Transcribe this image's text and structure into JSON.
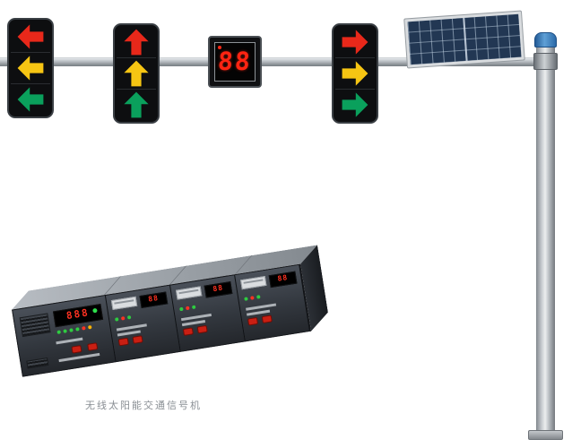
{
  "image": {
    "caption": "无线太阳能交通信号机"
  },
  "countdown": {
    "digits": "88"
  },
  "controller": {
    "main_display": "888",
    "module_display": "88"
  },
  "colors": {
    "red": "#e8281a",
    "yellow": "#f6c513",
    "green": "#0aa05c",
    "pole_blue_cap": "#2e6aa8",
    "solar_cell": "#223753"
  },
  "traffic_heads": [
    {
      "direction": "left",
      "lights": [
        "red",
        "yellow",
        "green"
      ]
    },
    {
      "direction": "up",
      "lights": [
        "red",
        "yellow",
        "green"
      ]
    },
    {
      "direction": "right",
      "lights": [
        "red",
        "yellow",
        "green"
      ]
    }
  ]
}
